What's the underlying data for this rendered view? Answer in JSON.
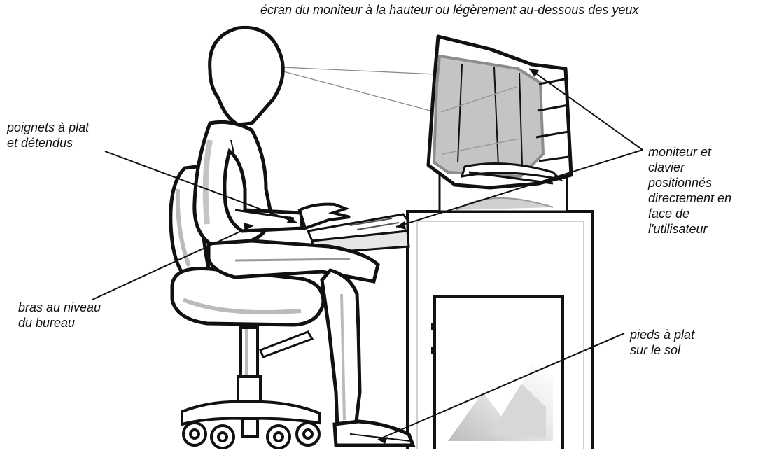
{
  "labels": {
    "screen_height": "écran du moniteur à la hauteur ou légèrement au-dessous des yeux",
    "wrists": "poignets à plat\net détendus",
    "arms": "bras au niveau\ndu bureau",
    "monitor_keyboard": "moniteur et\nclavier\npositionnés\ndirectement en\nface de\nl'utilisateur",
    "feet": "pieds à plat\nsur le sol"
  },
  "colors": {
    "ink": "#111111",
    "shade": "#c8c8c8",
    "shade_dark": "#a9a9a9",
    "background": "#ffffff"
  }
}
